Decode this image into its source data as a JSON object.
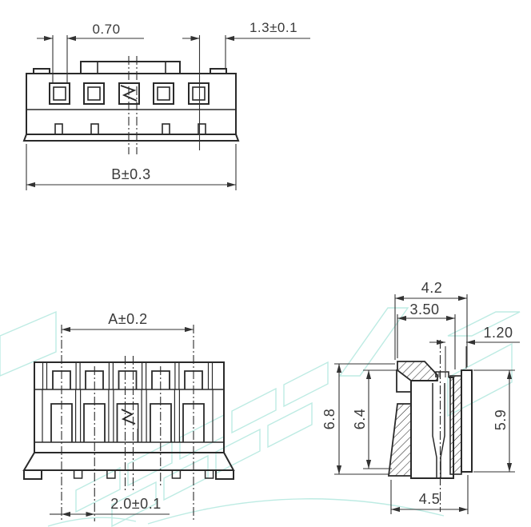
{
  "drawing": {
    "type": "connector-technical-drawing",
    "front_view": {
      "dim_pin_window_width": "0.70",
      "dim_end_pocket": "1.3±0.1",
      "dim_overall_width": "B±0.3"
    },
    "rear_view": {
      "dim_contact_span": "A±0.2",
      "dim_pitch": "2.0±0.1"
    },
    "side_view": {
      "dim_top_width": "4.2",
      "dim_body_width": "3.50",
      "dim_wall_offset": "1.20",
      "dim_overall_height": "6.8",
      "dim_cavity_height": "6.4",
      "dim_side_height": "5.9",
      "dim_base_width": "4.5"
    },
    "colors": {
      "line": "#2a2a2a",
      "dimension_line": "#333333",
      "text": "#3a3a3a",
      "watermark": "#b6e9e0",
      "background": "#ffffff"
    }
  }
}
